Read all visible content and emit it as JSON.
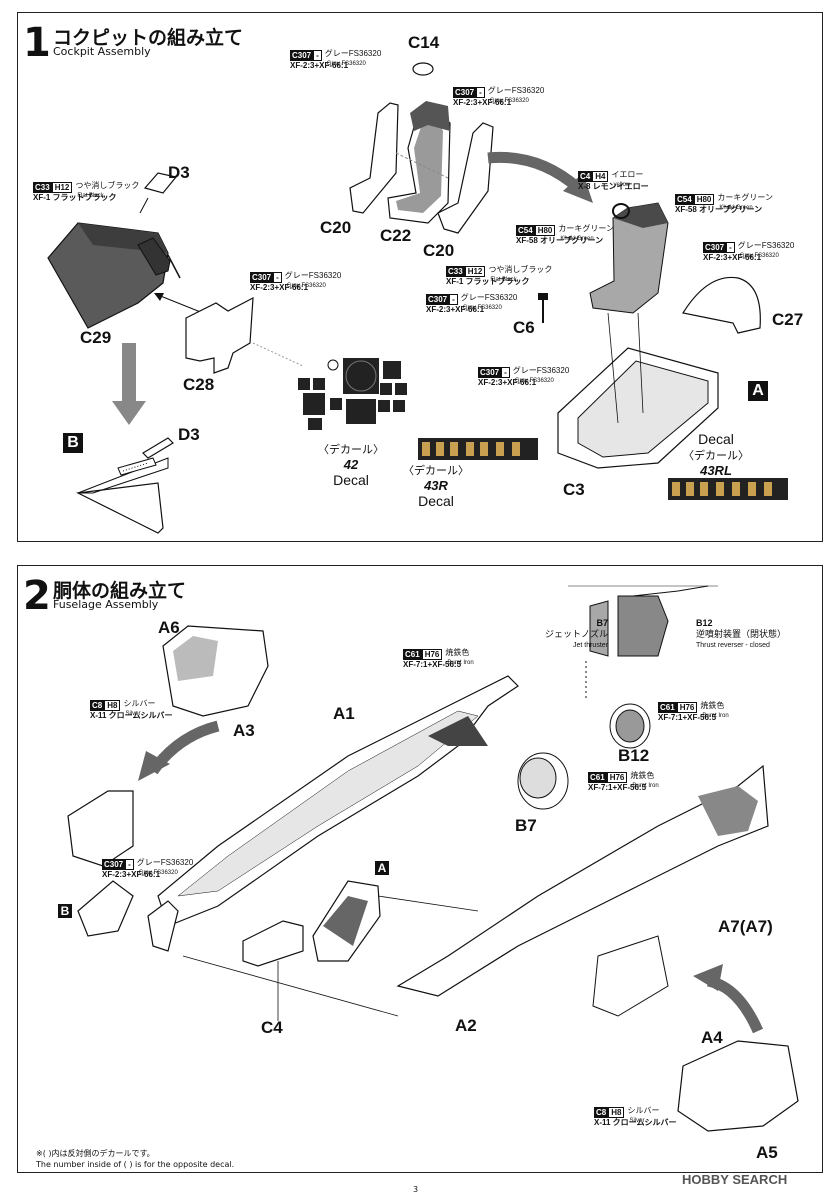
{
  "step1": {
    "number": "1",
    "title_jp": "コクピットの組み立て",
    "title_en": "Cockpit Assembly",
    "box_a": "A",
    "box_b": "B",
    "parts": {
      "c14": "C14",
      "c20a": "C20",
      "c22": "C22",
      "c20b": "C20",
      "d3a": "D3",
      "c29": "C29",
      "c28": "C28",
      "d3b": "D3",
      "c6": "C6",
      "c27": "C27",
      "c3": "C3"
    },
    "paint_seat_left": {
      "code": "C307",
      "hcode": "-",
      "jp": "グレーFS36320",
      "en": "Gray FS36320",
      "mix": "XF-2:3+XF-66:1"
    },
    "paint_seat_right": {
      "code": "C307",
      "hcode": "-",
      "jp": "グレーFS36320",
      "en": "Gray FS36320",
      "mix": "XF-2:3+XF-66:1"
    },
    "paint_c29": {
      "code": "C33",
      "hcode": "H12",
      "jp": "つや消しブラック",
      "en": "Flat Black",
      "mix": "XF-1 フラットブラック"
    },
    "paint_c28": {
      "code": "C307",
      "hcode": "-",
      "jp": "グレーFS36320",
      "en": "Gray FS36320",
      "mix": "XF-2:3+XF-66:1"
    },
    "paint_seat_c4": {
      "code": "C4",
      "hcode": "H4",
      "jp": "イエロー",
      "en": "yellow",
      "mix": "X-8 レモンイエロー"
    },
    "paint_seat_c54a": {
      "code": "C54",
      "hcode": "H80",
      "jp": "カーキグリーン",
      "en": "Khaki Green",
      "mix": "XF-58 オリーブグリーン"
    },
    "paint_seat_c54b": {
      "code": "C54",
      "hcode": "H80",
      "jp": "カーキグリーン",
      "en": "Khaki Green",
      "mix": "XF-58 オリーブグリーン"
    },
    "paint_c6_black": {
      "code": "C33",
      "hcode": "H12",
      "jp": "つや消しブラック",
      "en": "Flat Black",
      "mix": "XF-1 フラットブラック"
    },
    "paint_c6_gray": {
      "code": "C307",
      "hcode": "-",
      "jp": "グレーFS36320",
      "en": "Gray FS36320",
      "mix": "XF-2:3+XF-66:1"
    },
    "paint_c27": {
      "code": "C307",
      "hcode": "-",
      "jp": "グレーFS36320",
      "en": "Gray FS36320",
      "mix": "XF-2:3+XF-66:1"
    },
    "paint_tub": {
      "code": "C307",
      "hcode": "-",
      "jp": "グレーFS36320",
      "en": "Gray FS36320",
      "mix": "XF-2:3+XF-66:1"
    },
    "decal_42": {
      "jp": "〈デカール〉",
      "num": "42",
      "en": "Decal"
    },
    "decal_43r": {
      "jp": "〈デカール〉",
      "num": "43R",
      "en": "Decal"
    },
    "decal_43rl": {
      "en": "Decal",
      "jp": "〈デカール〉",
      "num": "43RL"
    }
  },
  "step2": {
    "number": "2",
    "title_jp": "胴体の組み立て",
    "title_en": "Fuselage Assembly",
    "box_a": "A",
    "box_b": "B",
    "parts": {
      "a6": "A6",
      "a3": "A3",
      "a1": "A1",
      "b7": "B7",
      "b12": "B12",
      "a7": "A7(A7)",
      "c4": "C4",
      "a2": "A2",
      "a4": "A4",
      "a5": "A5"
    },
    "inset": {
      "b7_code": "B7",
      "b7_jp": "ジェットノズル",
      "b7_en": "Jet thruster",
      "b12_code": "B12",
      "b12_jp": "逆噴射装置（閉状態）",
      "b12_en": "Thrust reverser - closed"
    },
    "paint_a6": {
      "code": "C8",
      "hcode": "H8",
      "jp": "シルバー",
      "en": "Silver",
      "mix": "X-11 クロームシルバー"
    },
    "paint_a1": {
      "code": "C61",
      "hcode": "H76",
      "jp": "焼鉄色",
      "en": "Burnt Iron",
      "mix": "XF-7:1+XF-56:5"
    },
    "paint_b12": {
      "code": "C61",
      "hcode": "H76",
      "jp": "焼鉄色",
      "en": "Burnt Iron",
      "mix": "XF-7:1+XF-56:5"
    },
    "paint_b7": {
      "code": "C61",
      "hcode": "H76",
      "jp": "焼鉄色",
      "en": "Burnt Iron",
      "mix": "XF-7:1+XF-56:5"
    },
    "paint_interior": {
      "code": "C307",
      "hcode": "-",
      "jp": "グレーFS36320",
      "en": "Gray FS36320",
      "mix": "XF-2:3+XF-66:1"
    },
    "paint_a4": {
      "code": "C8",
      "hcode": "H8",
      "jp": "シルバー",
      "en": "Silver",
      "mix": "X-11 クロームシルバー"
    },
    "note_jp": "※( )内は反対側のデカールです。",
    "note_en": "The number inside of ( ) is for the opposite decal."
  },
  "page_number": "3",
  "watermark": "HOBBY SEARCH"
}
